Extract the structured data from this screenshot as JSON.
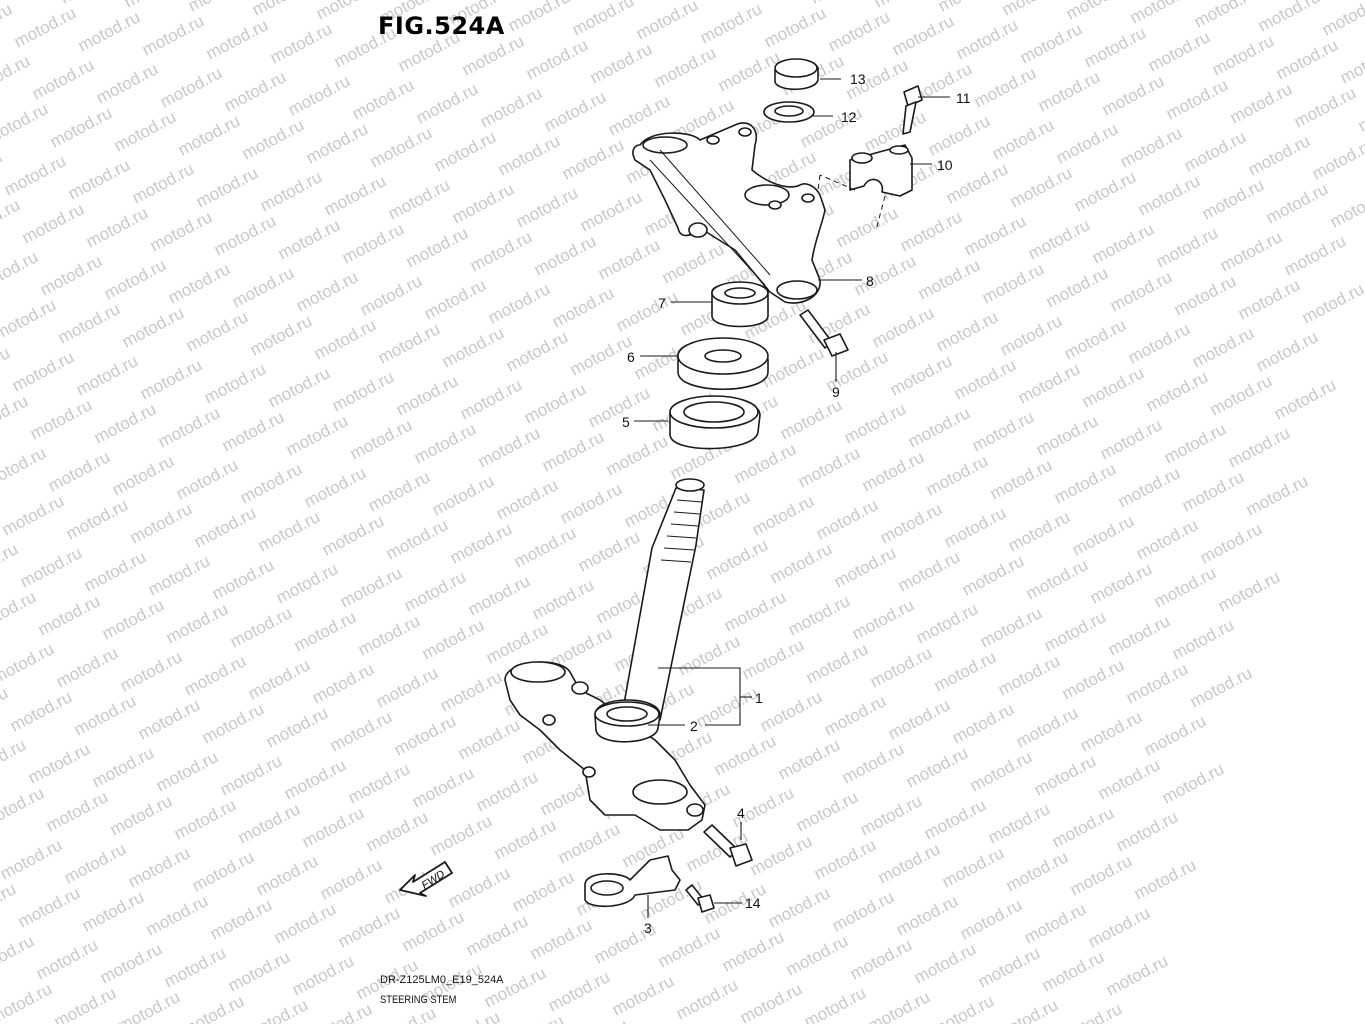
{
  "figure": {
    "title": "FIG.524A",
    "model_code": "DR-Z125LM0_E19_524A",
    "caption": "STEERING STEM"
  },
  "watermark": {
    "text": "motod.ru",
    "color": "#c8c8c8"
  },
  "direction_marker": {
    "label": "FWD"
  },
  "callouts": [
    {
      "id": "1",
      "text": "1"
    },
    {
      "id": "2",
      "text": "2"
    },
    {
      "id": "3",
      "text": "3"
    },
    {
      "id": "4",
      "text": "4"
    },
    {
      "id": "5",
      "text": "5"
    },
    {
      "id": "6",
      "text": "6"
    },
    {
      "id": "7",
      "text": "7"
    },
    {
      "id": "8",
      "text": "8"
    },
    {
      "id": "9",
      "text": "9"
    },
    {
      "id": "10",
      "text": "10"
    },
    {
      "id": "11",
      "text": "11"
    },
    {
      "id": "12",
      "text": "12"
    },
    {
      "id": "13",
      "text": "13"
    },
    {
      "id": "14",
      "text": "14"
    }
  ]
}
